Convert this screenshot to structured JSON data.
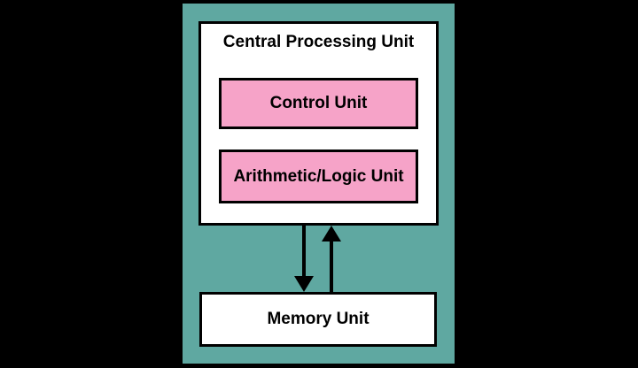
{
  "diagram": {
    "cpu": {
      "label": "Central Processing Unit",
      "components": [
        {
          "label": "Control Unit"
        },
        {
          "label": "Arithmetic/Logic Unit"
        }
      ]
    },
    "memory": {
      "label": "Memory Unit"
    },
    "arrows": [
      {
        "name": "cpu-to-memory",
        "direction": "down"
      },
      {
        "name": "memory-to-cpu",
        "direction": "up"
      }
    ],
    "colors": {
      "background": "#000000",
      "panel": "#5FA8A1",
      "box_fill": "#FFFFFF",
      "component_fill": "#F6A3C8",
      "border": "#000000",
      "text": "#000000"
    }
  }
}
